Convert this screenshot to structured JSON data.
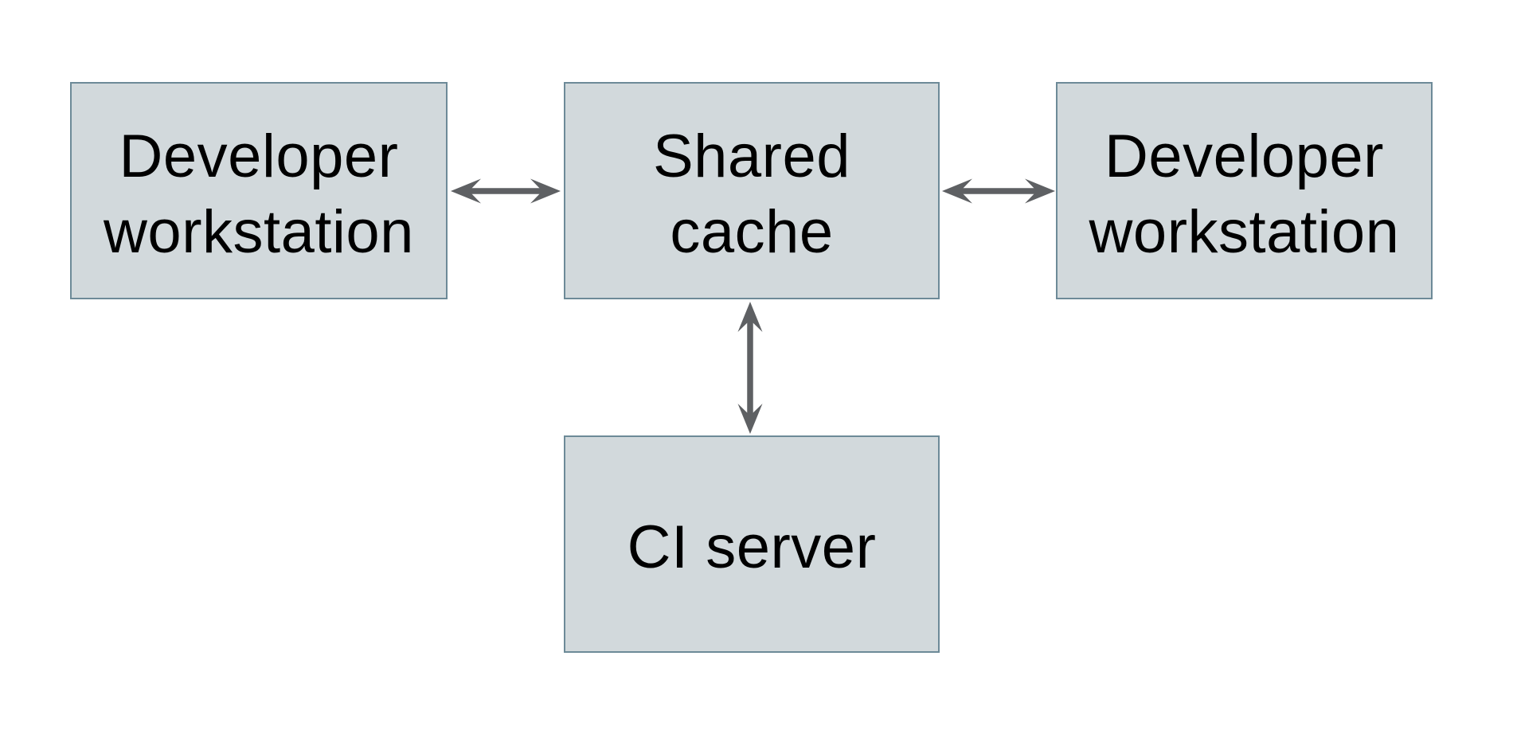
{
  "diagram": {
    "type": "architecture-diagram",
    "description": "Shared build cache topology: two developer workstations and a CI server connected bidirectionally to a shared cache",
    "nodes": [
      {
        "id": "developer-workstation-left",
        "label": "Developer\nworkstation"
      },
      {
        "id": "shared-cache",
        "label": "Shared\ncache"
      },
      {
        "id": "developer-workstation-right",
        "label": "Developer\nworkstation"
      },
      {
        "id": "ci-server",
        "label": "CI server"
      }
    ],
    "edges": [
      {
        "from": "developer-workstation-left",
        "to": "shared-cache",
        "direction": "bidirectional"
      },
      {
        "from": "developer-workstation-right",
        "to": "shared-cache",
        "direction": "bidirectional"
      },
      {
        "from": "ci-server",
        "to": "shared-cache",
        "direction": "bidirectional"
      }
    ]
  },
  "theme": {
    "canvas_bg": "#ffffff",
    "node_fill": "#d2d9dc",
    "node_border": "#6d8a98",
    "arrow_color": "#5e6063",
    "text_color": "#000000"
  }
}
